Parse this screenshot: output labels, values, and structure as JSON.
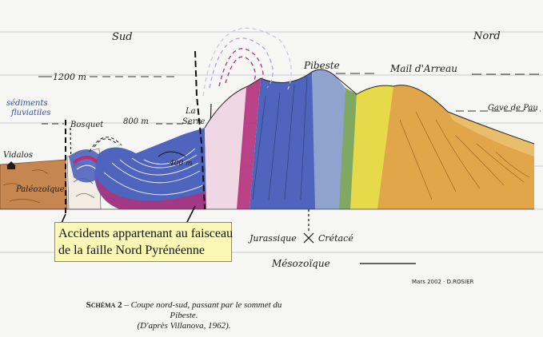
{
  "labels": {
    "south": "Sud",
    "north": "Nord",
    "alt_1200": "1200 m",
    "alt_800": "800 m",
    "alt_400": "400 m",
    "pibeste": "Pibeste",
    "mail_arreau": "Mail d'Arreau",
    "gave_de_pau": "Gave de Pau",
    "sediments_line1": "sédiments",
    "sediments_line2": "fluviatiles",
    "vidalos": "Vidalos",
    "paleozoique": "Paléozoïque",
    "bosquet": "Bosquet",
    "la_serre_line1": "La",
    "la_serre_line2": "Serre",
    "jurassique": "Jurassique",
    "cretace": "Crétacé",
    "mesozoique": "Mésozoïque",
    "signature": "Mars 2002 · D.ROSIER"
  },
  "callout": {
    "line1": "Accidents appartenant au faisceau",
    "line2": "de la faille Nord Pyrénéenne"
  },
  "caption": {
    "label": "Schéma 2",
    "line1": " – Coupe nord-sud, passant par le sommet du Pibeste.",
    "line2": "(D'après Villanova, 1962)."
  },
  "colors": {
    "paper": "#f6f6f4",
    "paleozoic": "#c58650",
    "blue_layers": "#4f64bd",
    "jurassic_blue": "#8fa3cf",
    "green_layer": "#7fa860",
    "yellow_layer": "#e7da4a",
    "cretaceous_orange": "#e2a64a",
    "fault_magenta": "#b2307a",
    "callout_bg": "#fbf7b4"
  }
}
